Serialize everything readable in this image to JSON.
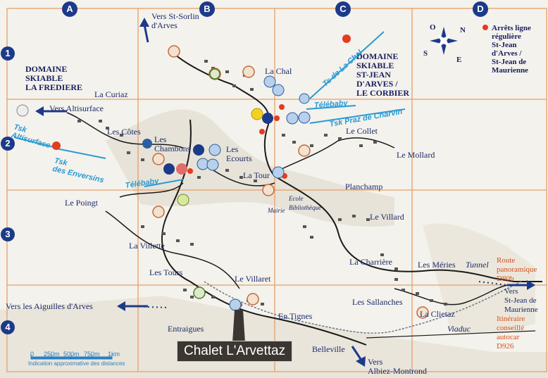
{
  "grid": {
    "columns": [
      "A",
      "B",
      "C",
      "D"
    ],
    "rows": [
      "1",
      "2",
      "3",
      "4"
    ]
  },
  "labels": {
    "domaine_fredière": [
      "DOMAINE",
      "SKIABLE",
      "LA FREDIERE"
    ],
    "domaine_stjean": [
      "DOMAINE",
      "SKIABLE",
      "ST-JEAN",
      "D'ARVES /",
      "LE CORBIER"
    ],
    "vers_sorlin": [
      "Vers St-Sorlin",
      "d'Arves"
    ],
    "la_chal": "La Chal",
    "la_curiaz": "La Curiaz",
    "vers_altisurface": "Vers Altisurface",
    "les_cotes": "Les Côtes",
    "les_chambons": [
      "Les",
      "Chambons"
    ],
    "les_ecourts": [
      "Les",
      "Ecourts"
    ],
    "le_collet": "Le Collet",
    "le_mollard": "Le Mollard",
    "la_tour": "La Tour",
    "planchamp": "Planchamp",
    "le_poingt": "Le Poingt",
    "ecole": [
      "Ecole",
      "Bibliothèque"
    ],
    "mairie": "Mairie",
    "le_villard": "Le Villard",
    "la_villette": "La Villette",
    "la_charriere": "La Charrière",
    "les_meries": "Les Méries",
    "tunnel": "Tunnel",
    "les_tours": "Les Tours",
    "le_villaret": "Le Villaret",
    "vers_aiguilles": "Vers les Aiguilles d'Arves",
    "en_tignes": "En Tignes",
    "les_sallanches": "Les Sallanches",
    "la_clietaz": "La Clietaz",
    "entraigues": "Entraigues",
    "viaduc": "Viaduc",
    "belleville": "Belleville",
    "vers_albiez": [
      "Vers",
      "Albiez-Montrond"
    ],
    "vers_stjean": [
      "Vers",
      "St-Jean de",
      "Maurienne"
    ]
  },
  "lifts": {
    "ts_la_chal": "Ts de La Chal",
    "telebaby_top": "Télébaby",
    "tsk_praz": "Tsk Praz de Charvin",
    "tsk_altisurface": [
      "Tsk",
      "Altisurface"
    ],
    "tsk_enversins": [
      "Tsk",
      "des Enversins"
    ],
    "telebaby_left": "Télébaby"
  },
  "route": {
    "route_panoramique": [
      "Route",
      "panoramique",
      "D80b"
    ],
    "itineraire": [
      "Itinéraire",
      "conseillé",
      "autocar",
      "D926"
    ]
  },
  "legend": [
    "Arrêts ligne",
    "régulière",
    "St-Jean",
    "d'Arves /",
    "St-Jean de",
    "Maurienne"
  ],
  "compass": {
    "n": "N",
    "s": "S",
    "o": "O",
    "e": "E"
  },
  "scale": {
    "ticks": [
      "0",
      "250m",
      "500m",
      "750m",
      "1km"
    ],
    "note": "Indication approximative des distances"
  },
  "badge": "Chalet L'Arvettaz",
  "colors": {
    "grid": "#e5a06a",
    "heading": "#1c3a8a",
    "lift": "#2a9ad5",
    "road": "#1a1a1a",
    "stop": "#e53b1e",
    "route_red": "#d2521e"
  }
}
